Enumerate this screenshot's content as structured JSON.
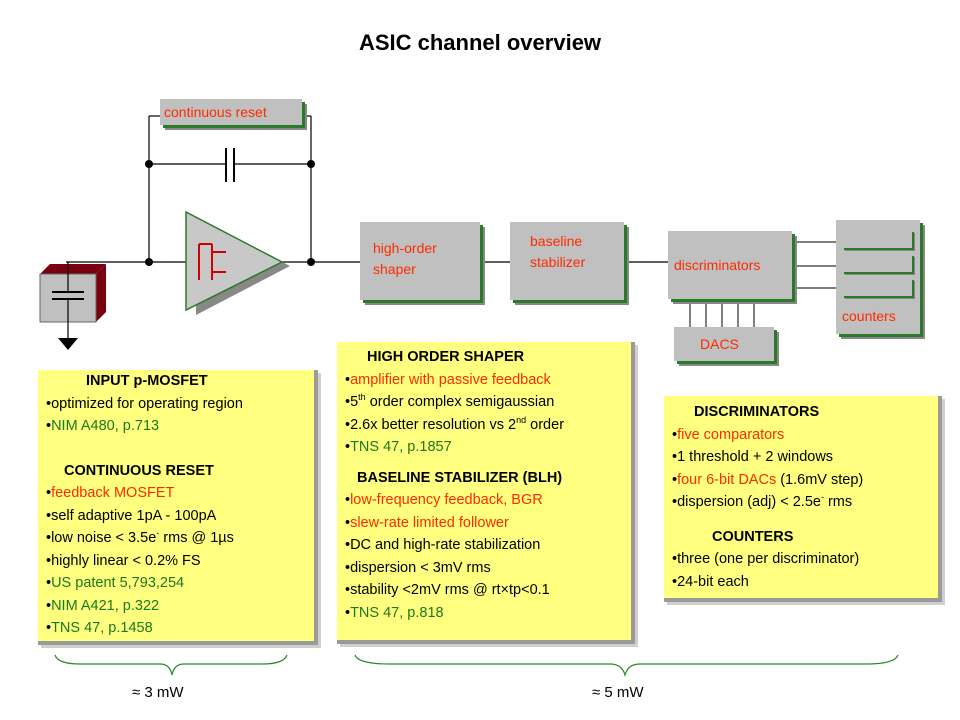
{
  "title": "ASIC channel overview",
  "blocks": {
    "continuous_reset": "continuous reset",
    "high_order_shaper": [
      "high-order",
      "shaper"
    ],
    "baseline_stabilizer": [
      "baseline",
      "stabilizer"
    ],
    "discriminators": "discriminators",
    "dacs": "DACS",
    "counters": "counters"
  },
  "input_box": {
    "heading1": "INPUT p-MOSFET",
    "items1": [
      {
        "text": "optimized for operating region",
        "color": "black"
      },
      {
        "text": "NIM A480, p.713",
        "color": "green"
      }
    ],
    "heading2": "CONTINUOUS RESET",
    "items2": [
      {
        "text": "feedback MOSFET",
        "color": "red"
      },
      {
        "text": "self adaptive 1pA - 100pA",
        "color": "black"
      },
      {
        "text": "low noise < 3.5e",
        "sup": "-",
        "rest": " rms @ 1µs",
        "color": "black"
      },
      {
        "text": "highly linear < 0.2% FS",
        "color": "black"
      },
      {
        "text": "US patent 5,793,254",
        "color": "green"
      },
      {
        "text": "NIM A421, p.322",
        "color": "green"
      },
      {
        "text": "TNS 47, p.1458",
        "color": "green"
      }
    ]
  },
  "shaper_box": {
    "heading1": "HIGH ORDER SHAPER",
    "items1": [
      {
        "text": "amplifier with passive feedback",
        "color": "red"
      },
      {
        "text": "5",
        "sup": "th",
        "rest": " order complex semigaussian",
        "color": "black"
      },
      {
        "text": "2.6x better resolution vs 2",
        "sup": "nd",
        "rest": " order",
        "color": "black"
      },
      {
        "text": "TNS 47, p.1857",
        "color": "green"
      }
    ],
    "heading2": "BASELINE STABILIZER (BLH)",
    "items2": [
      {
        "text": "low-frequency feedback, BGR",
        "color": "red"
      },
      {
        "text": "slew-rate limited follower",
        "color": "red"
      },
      {
        "text": "DC and high-rate stabilization",
        "color": "black"
      },
      {
        "text": "dispersion < 3mV rms",
        "color": "black"
      },
      {
        "text": "stability <2mV rms @ rt×tp<0.1",
        "color": "black"
      },
      {
        "text": "TNS 47, p.818",
        "color": "green"
      }
    ]
  },
  "disc_box": {
    "heading1": "DISCRIMINATORS",
    "items1": [
      {
        "text": "five comparators",
        "color": "red"
      },
      {
        "text": "1 threshold + 2 windows",
        "color": "black"
      },
      {
        "text": "four 6-bit DACs",
        "rest": " (1.6mV step)",
        "color": "red"
      },
      {
        "text": "dispersion (adj) < 2.5e",
        "sup": "-",
        "rest": " rms",
        "color": "black"
      }
    ],
    "heading2": "COUNTERS",
    "items2": [
      {
        "text": "three (one per discriminator)",
        "color": "black"
      },
      {
        "text": "24-bit each",
        "color": "black"
      }
    ]
  },
  "power": {
    "left": "≈ 3 mW",
    "right": "≈ 5 mW"
  }
}
